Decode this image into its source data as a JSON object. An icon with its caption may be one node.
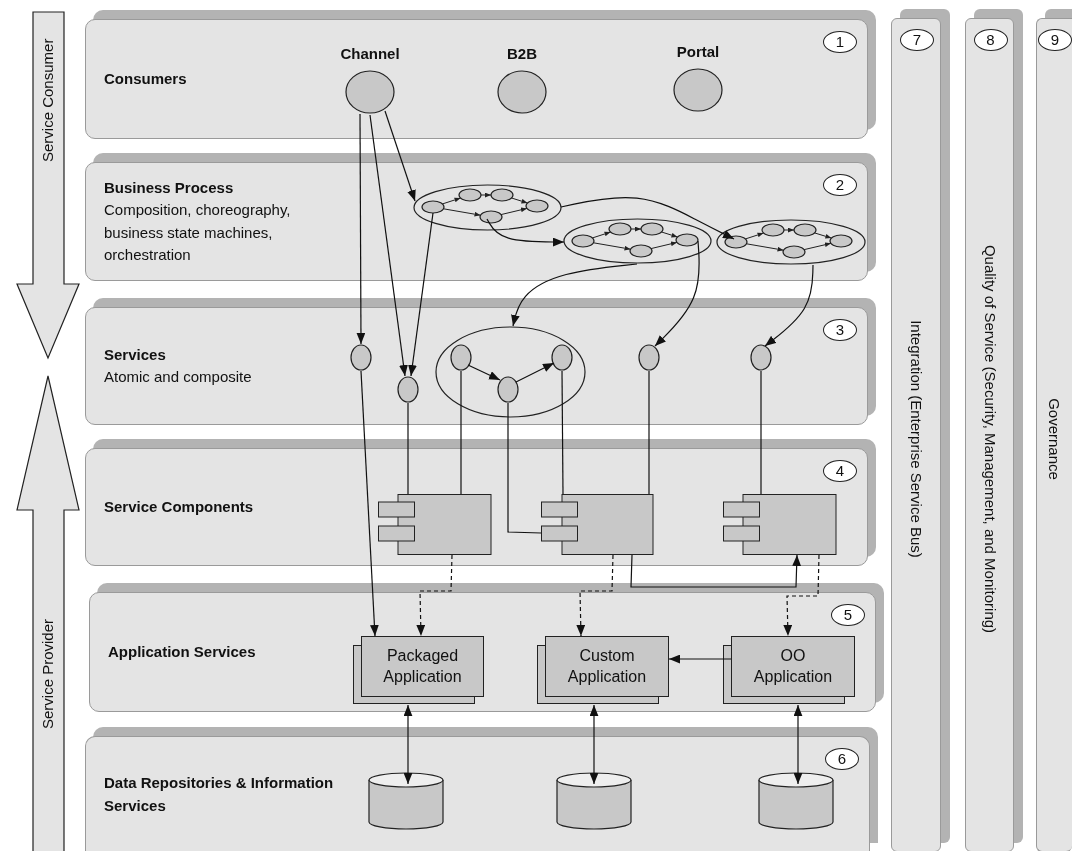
{
  "diagram": {
    "nodes": [
      {
        "text": [
          "Consumers",
          "1"
        ]
      },
      {
        "text": [
          "Channel"
        ],
        "in": 0
      },
      {
        "text": [
          "B2B"
        ],
        "in": 0
      },
      {
        "text": [
          "Portal"
        ],
        "in": 0
      },
      {
        "text": [
          "Business Process",
          "Composition, choreography, business state machines, orchestration",
          "2"
        ]
      },
      {
        "text": [],
        "shape": "ellipse",
        "in": 4
      },
      {
        "text": [],
        "shape": "ellipse",
        "in": 4
      },
      {
        "text": [],
        "shape": "ellipse",
        "in": 4
      },
      {
        "text": [
          "Services",
          "Atomic and composite",
          "3"
        ]
      },
      {
        "text": [],
        "shape": "ellipse",
        "in": 8
      },
      {
        "text": [],
        "shape": "ellipse",
        "in": 8
      },
      {
        "text": [],
        "shape": "ellipse",
        "in": 8
      },
      {
        "text": [],
        "shape": "ellipse",
        "in": 11
      },
      {
        "text": [],
        "shape": "ellipse",
        "in": 11
      },
      {
        "text": [],
        "shape": "ellipse",
        "in": 11
      },
      {
        "text": [],
        "shape": "ellipse",
        "in": 8
      },
      {
        "text": [],
        "shape": "ellipse",
        "in": 8
      },
      {
        "text": [
          "Service Components",
          "4"
        ]
      },
      {
        "text": [],
        "shape": "box",
        "in": 17
      },
      {
        "text": [],
        "shape": "box",
        "in": 17
      },
      {
        "text": [],
        "shape": "box",
        "in": 17
      },
      {
        "text": [
          "Application Services",
          "5"
        ]
      },
      {
        "text": [
          "Packaged Application"
        ],
        "in": 21
      },
      {
        "text": [
          "Custom Application"
        ],
        "in": 21
      },
      {
        "text": [
          "OO Application"
        ],
        "in": 21
      },
      {
        "text": [
          "Data Repositories & Information Services",
          "6"
        ]
      },
      {
        "text": [],
        "shape": "cylinder",
        "in": 25
      },
      {
        "text": [],
        "shape": "cylinder",
        "in": 25
      },
      {
        "text": [],
        "shape": "cylinder",
        "in": 25
      },
      {
        "text": [
          "7",
          "Integration (Enterprise Service Bus)"
        ]
      },
      {
        "text": [
          "8",
          "Quality of Service (Security, Management, and Monitoring)"
        ]
      },
      {
        "text": [
          "9",
          "Governance"
        ]
      },
      {
        "text": [
          "Service Consumer"
        ]
      },
      {
        "text": [
          "Service Provider"
        ]
      }
    ],
    "edges": [
      {
        "from": 1,
        "to": 9,
        "arrow": "to"
      },
      {
        "from": 1,
        "to": 10,
        "arrow": "to"
      },
      {
        "from": 1,
        "to": 5,
        "arrow": "to"
      },
      {
        "from": 5,
        "to": 10,
        "arrow": "to"
      },
      {
        "from": 5,
        "to": 6,
        "arrow": "to"
      },
      {
        "from": 5,
        "to": 7,
        "arrow": "to"
      },
      {
        "from": 6,
        "to": 11,
        "arrow": "to"
      },
      {
        "from": 6,
        "to": 15,
        "arrow": "to"
      },
      {
        "from": 7,
        "to": 16,
        "arrow": "to"
      },
      {
        "from": 12,
        "to": 13,
        "arrow": "to"
      },
      {
        "from": 13,
        "to": 14,
        "arrow": "to"
      },
      {
        "from": 9,
        "to": 22,
        "arrow": "to"
      },
      {
        "from": 10,
        "to": 18,
        "arrow": "none"
      },
      {
        "from": 12,
        "to": 18,
        "arrow": "none"
      },
      {
        "from": 13,
        "to": 19,
        "arrow": "none"
      },
      {
        "from": 14,
        "to": 19,
        "arrow": "none"
      },
      {
        "from": 15,
        "to": 19,
        "arrow": "none"
      },
      {
        "from": 16,
        "to": 20,
        "arrow": "none"
      },
      {
        "from": 18,
        "to": 22,
        "arrow": "to",
        "style": "dashed"
      },
      {
        "from": 19,
        "to": 23,
        "arrow": "to",
        "style": "dashed"
      },
      {
        "from": 19,
        "to": 20,
        "arrow": "to"
      },
      {
        "from": 20,
        "to": 24,
        "arrow": "to",
        "style": "dashed"
      },
      {
        "from": 24,
        "to": 23,
        "arrow": "to"
      },
      {
        "from": 22,
        "to": 26,
        "arrow": "both"
      },
      {
        "from": 23,
        "to": 27,
        "arrow": "both"
      },
      {
        "from": 24,
        "to": 28,
        "arrow": "both"
      }
    ]
  }
}
